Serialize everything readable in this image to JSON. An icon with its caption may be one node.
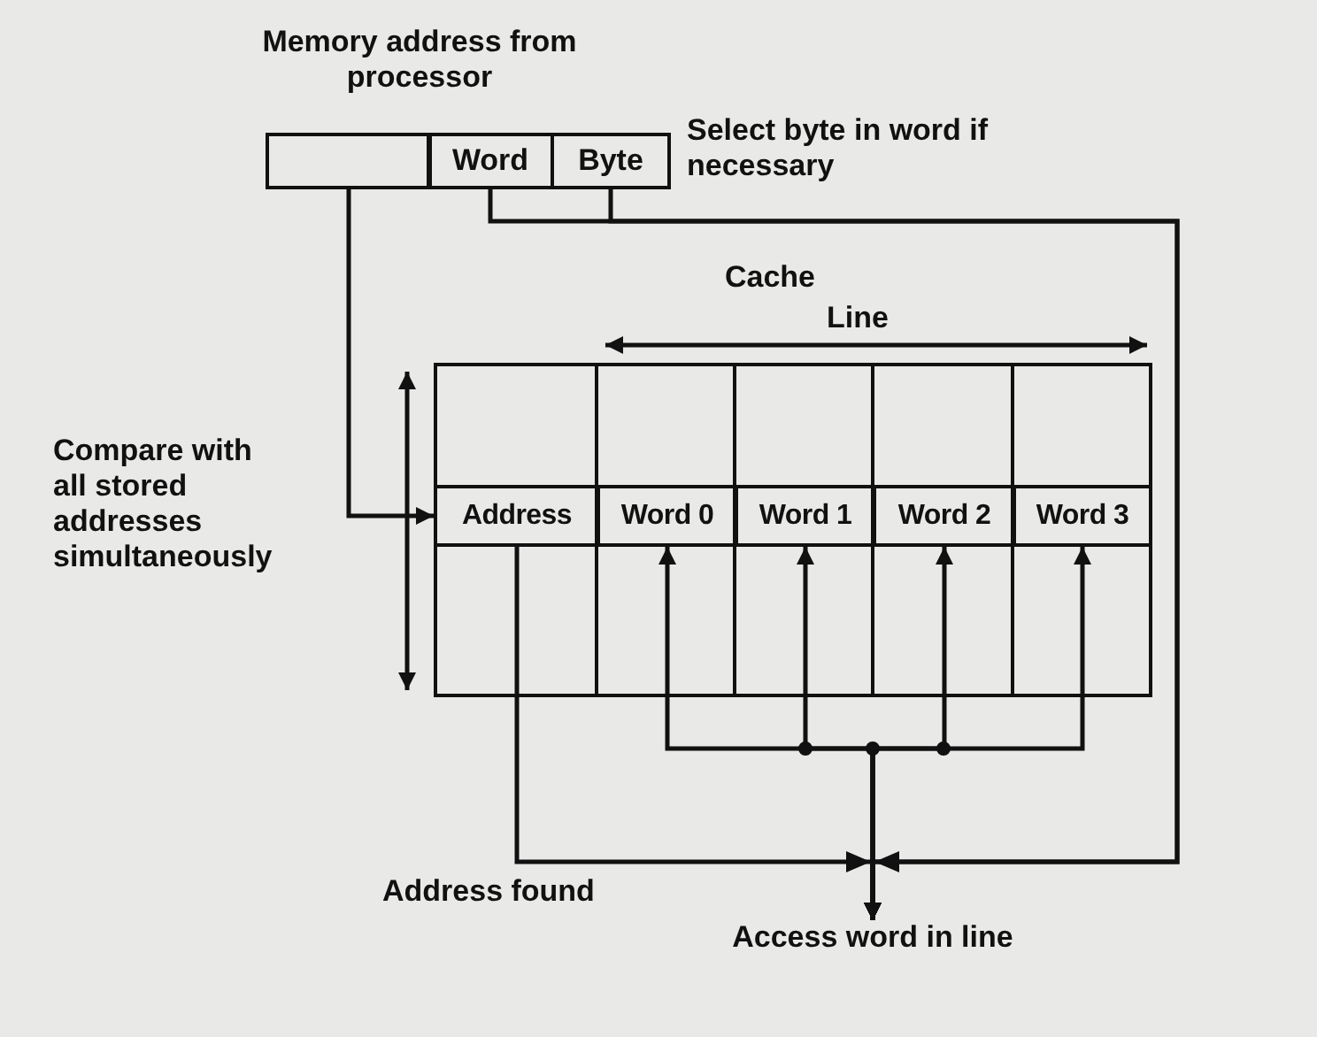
{
  "diagram": {
    "nodes": [
      {
        "text": [
          "Memory address from processor"
        ]
      },
      {
        "text": [],
        "shape": "box",
        "in": 0
      },
      {
        "text": [
          "Word"
        ],
        "in": 0
      },
      {
        "text": [
          "Byte"
        ],
        "in": 0,
        "beside": [
          "Select byte in word if necessary"
        ]
      },
      {
        "text": [
          "Cache"
        ]
      },
      {
        "text": [
          "Address"
        ],
        "in": 4
      },
      {
        "text": [
          "Word 0"
        ],
        "in": 4
      },
      {
        "text": [
          "Word 1"
        ],
        "in": 4
      },
      {
        "text": [
          "Word 2"
        ],
        "in": 4
      },
      {
        "text": [
          "Word 3"
        ],
        "in": 4
      },
      {
        "text": [
          "Access word in line"
        ]
      }
    ],
    "edges": [
      {
        "from": 1,
        "to": 5,
        "arrow": "to"
      },
      {
        "from": 2,
        "to": 10,
        "arrow": "to"
      },
      {
        "from": 3,
        "to": 10,
        "arrow": "to"
      },
      {
        "from": 5,
        "to": 10,
        "arrow": "to",
        "label": "Address found"
      },
      {
        "from": 6,
        "to": 10,
        "arrow": "both"
      },
      {
        "from": 7,
        "to": 10,
        "arrow": "both"
      },
      {
        "from": 8,
        "to": 10,
        "arrow": "both"
      },
      {
        "from": 9,
        "to": 10,
        "arrow": "both"
      }
    ],
    "labels": [
      "Line",
      "Compare with all stored addresses simultaneously"
    ]
  }
}
